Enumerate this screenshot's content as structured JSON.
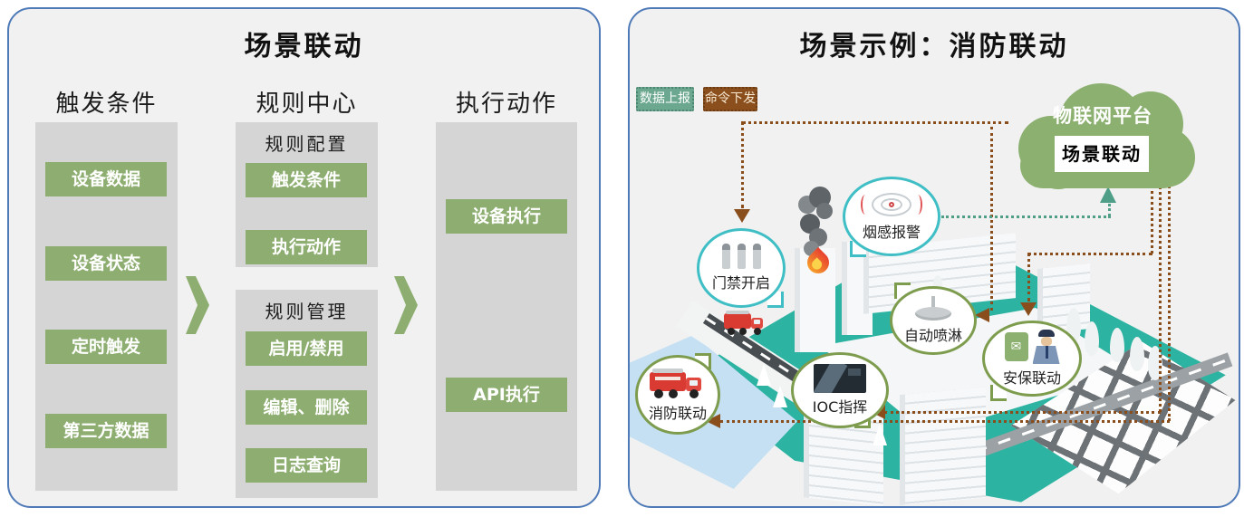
{
  "left_panel": {
    "title": "场景联动",
    "columns": [
      {
        "header": "触发条件",
        "items": [
          "设备数据",
          "设备状态",
          "定时触发",
          "第三方数据"
        ]
      },
      {
        "header": "规则中心",
        "groups": [
          {
            "label": "规则配置",
            "items": [
              "触发条件",
              "执行动作"
            ]
          },
          {
            "label": "规则管理",
            "items": [
              "启用/禁用",
              "编辑、删除",
              "日志查询"
            ]
          }
        ]
      },
      {
        "header": "执行动作",
        "items": [
          "设备执行",
          "API执行"
        ]
      }
    ]
  },
  "right_panel": {
    "title": "场景示例：消防联动",
    "legend": [
      {
        "label": "数据上报",
        "color": "#6CA890"
      },
      {
        "label": "命令下发",
        "color": "#8B4F1E"
      }
    ],
    "cloud": {
      "platform": "物联网平台",
      "badge": "场景联动"
    },
    "callouts": {
      "smoke": {
        "label": "烟感报警",
        "icon": "smoke-detector-icon"
      },
      "door": {
        "label": "门禁开启",
        "icon": "turnstile-icon"
      },
      "sprinkler": {
        "label": "自动喷淋",
        "icon": "sprinkler-icon"
      },
      "security": {
        "label": "安保联动",
        "icon": "security-guard-icon"
      },
      "ioc": {
        "label": "IOC指挥",
        "icon": "surveillance-icon"
      },
      "fire": {
        "label": "消防联动",
        "icon": "fire-truck-icon"
      }
    }
  },
  "colors": {
    "panel_border": "#4F7AB8",
    "panel_bg": "#F1F1F1",
    "column_grey": "#D5D5D5",
    "accent_green": "#8DAE70",
    "cloud_green": "#8CB06F",
    "data_line_teal": "#4F9E88",
    "command_line_brown": "#8A4E1D",
    "teal_bubble_border": "#3FBFC5",
    "olive_bubble_border": "#7D9C4E",
    "ground_teal": "#2CB3A1"
  }
}
